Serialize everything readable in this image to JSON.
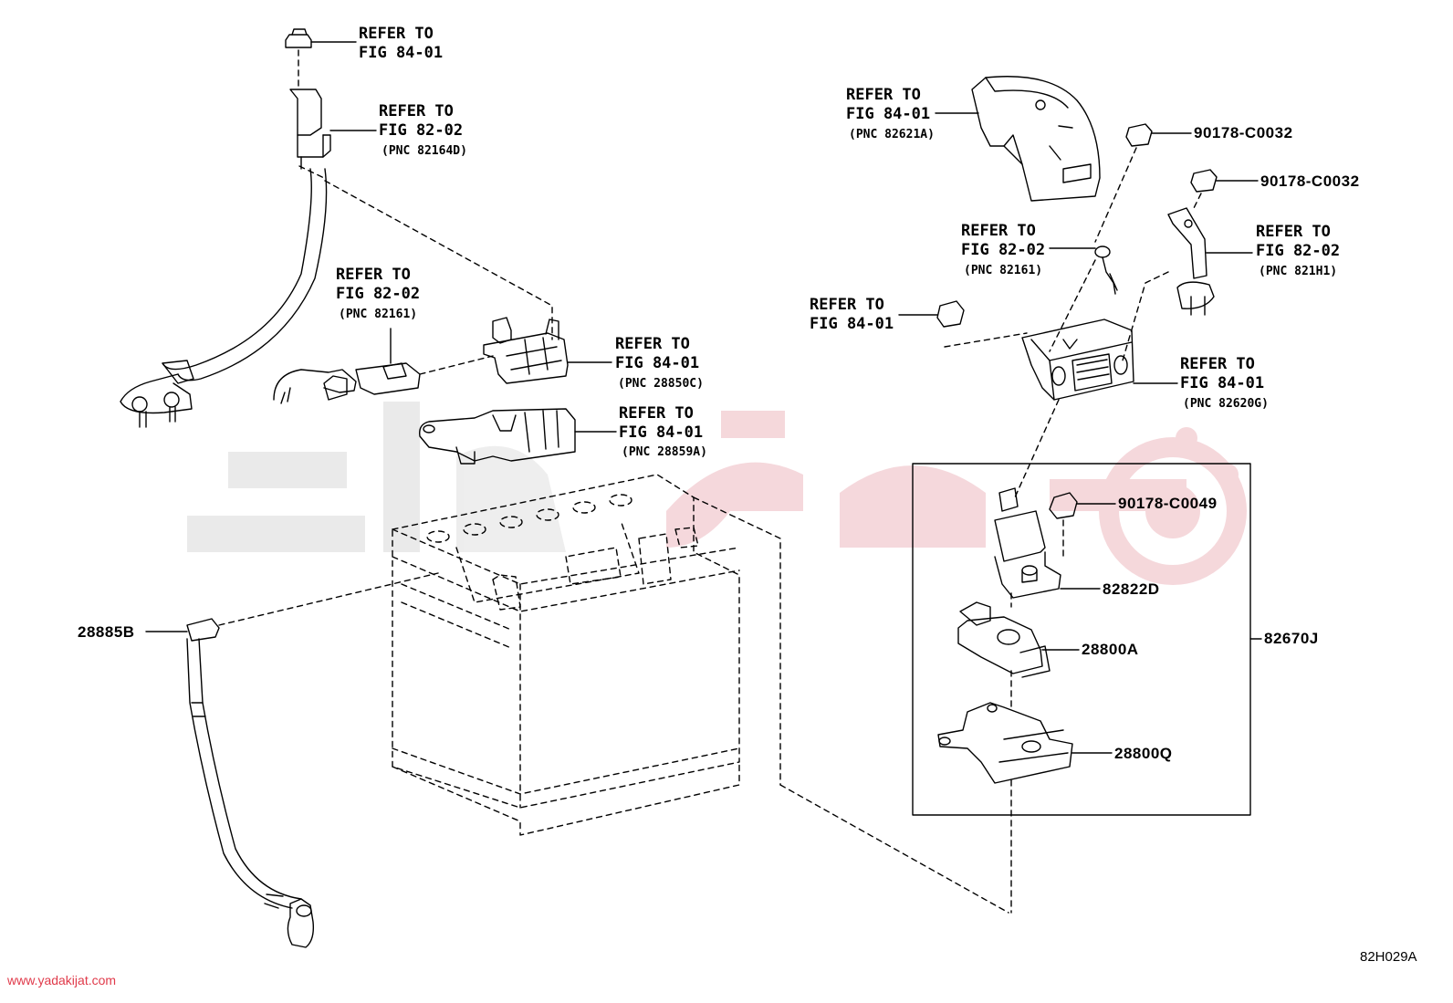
{
  "refs": [
    {
      "line1": "REFER TO",
      "line2": "FIG 84-01",
      "pnc": ""
    },
    {
      "line1": "REFER TO",
      "line2": "FIG 82-02",
      "pnc": "(PNC 82164D)"
    },
    {
      "line1": "REFER TO",
      "line2": "FIG 82-02",
      "pnc": "(PNC 82161)"
    },
    {
      "line1": "REFER TO",
      "line2": "FIG 84-01",
      "pnc": "(PNC 28850C)"
    },
    {
      "line1": "REFER TO",
      "line2": "FIG 84-01",
      "pnc": "(PNC 28859A)"
    },
    {
      "line1": "REFER TO",
      "line2": "FIG 84-01",
      "pnc": "(PNC 82621A)"
    },
    {
      "line1": "REFER TO",
      "line2": "FIG 82-02",
      "pnc": "(PNC 82161)"
    },
    {
      "line1": "REFER TO",
      "line2": "FIG 82-02",
      "pnc": "(PNC 821H1)"
    },
    {
      "line1": "REFER TO",
      "line2": "FIG 84-01",
      "pnc": ""
    },
    {
      "line1": "REFER TO",
      "line2": "FIG 84-01",
      "pnc": "(PNC 82620G)"
    }
  ],
  "parts": {
    "bolt_1": "90178-C0032",
    "bolt_2": "90178-C0032",
    "bolt_3": "90178-C0049",
    "clamp": "82822D",
    "terminal": "28800A",
    "bracket": "28800Q",
    "assembly": "82670J",
    "cable": "28885B"
  },
  "diagram_code": "82H029A",
  "watermark_url": "www.yadakijat.com",
  "colors": {
    "line": "#000000",
    "watermark": "#e03a4a",
    "watermark_shape": "#f4d4d8",
    "watermark_gray": "#e6e6e6"
  }
}
